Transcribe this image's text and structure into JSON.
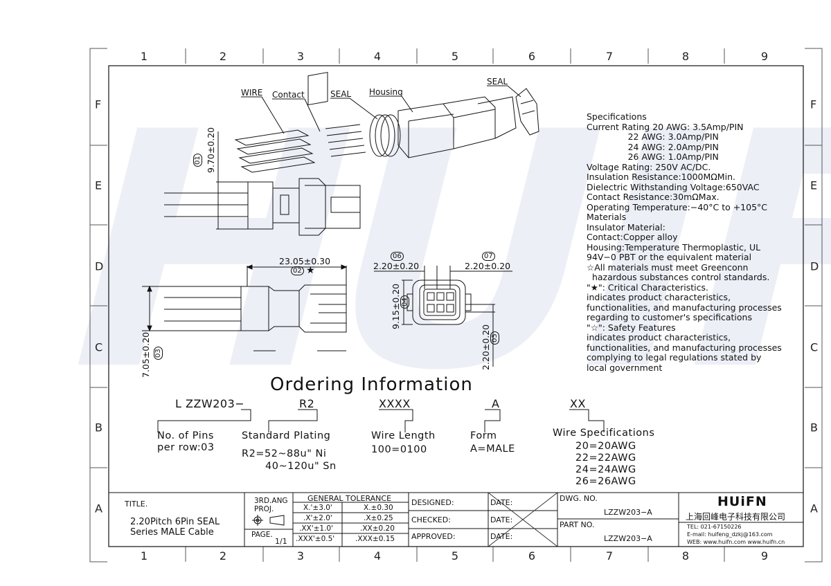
{
  "watermark": "HUIFN",
  "frame": {
    "zone_numbers": [
      "1",
      "2",
      "3",
      "4",
      "5",
      "6",
      "7",
      "8",
      "9"
    ],
    "zone_letters": [
      "F",
      "E",
      "D",
      "C",
      "B",
      "A"
    ]
  },
  "callouts": {
    "wire": "WIRE",
    "contact": "Contact",
    "seal_rear": "SEAL",
    "housing": "Housing",
    "seal_front": "SEAL"
  },
  "dimensions": {
    "d1": "9.70±0.20",
    "d1_tag": "01",
    "d2": "23.05±0.30",
    "d2_tag": "02",
    "d3": "7.05±0.20",
    "d3_tag": "03",
    "d4": "9.15±0.20",
    "d4_tag": "04",
    "d5": "2.20±0.20",
    "d5_tag": "05",
    "d6": "2.20±0.20",
    "d6_tag": "06",
    "d7": "2.20±0.20",
    "d7_tag": "07"
  },
  "specifications": [
    "Specifications",
    "Current Rating 20 AWG: 3.5Amp/PIN",
    "               22 AWG: 3.0Amp/PIN",
    "               24 AWG: 2.0Amp/PIN",
    "               26 AWG: 1.0Amp/PIN",
    "Voltage Rating: 250V AC/DC.",
    "Insulation Resistance:1000MΩMin.",
    "Dielectric Withstanding Voltage:650VAC",
    "Contact Resistance:30mΩMax.",
    "Operating Temperature:−40°C to +105°C",
    "Materials",
    "Insulator Material:",
    "Contact:Copper alloy",
    "Housing:Temperature Thermoplastic, UL",
    "94V−0 PBT or the equivalent material",
    "☆All materials must meet Greenconn",
    "  hazardous substances control standards.",
    "\"★\": Critical Characteristics.",
    "indicates product characteristics,",
    "functionalities, and manufacturing processes",
    "regarding to customer's specifications",
    "\"☆\": Safety Features",
    "indicates product characteristics,",
    "functionalities, and manufacturing processes",
    "complying to legal regulations stated by",
    "local government"
  ],
  "ordering": {
    "title": "Ordering Information",
    "prefix": "L ZZW203−",
    "code_plating": "R2",
    "code_length": "XXXX",
    "code_form": "A",
    "code_wire": "XX",
    "pins_label_1": "No. of Pins",
    "pins_label_2": "per row:03",
    "plating_label": "Standard Plating",
    "plating_opt_1": "R2=52~88u\" Ni",
    "plating_opt_2": "40~120u\" Sn",
    "length_label": "Wire Length",
    "length_opt": "100=0100",
    "form_label": "Form",
    "form_opt": "A=MALE",
    "wire_label": "Wire Specifications",
    "wire_opts": [
      "20=20AWG",
      "22=22AWG",
      "24=24AWG",
      "26=26AWG"
    ]
  },
  "title_block": {
    "title_label": "TITLE.",
    "title_line_1": "2.20Pitch 6Pin SEAL",
    "title_line_2": "Series MALE Cable",
    "proj_label_1": "3RD.ANG",
    "proj_label_2": "PROJ.",
    "page_label": "PAGE.",
    "page_value": "1/1",
    "tol_header": "GENERAL TOLERANCE",
    "tol": [
      [
        "X.'±3.0'",
        "X.±0.30"
      ],
      [
        ".X'±2.0'",
        ".X±0.25"
      ],
      [
        ".XX'±1.0'",
        ".XX±0.20"
      ],
      [
        ".XXX'±0.5'",
        ".XXX±0.15"
      ]
    ],
    "designed": "DESIGNED:",
    "checked": "CHECKED:",
    "approved": "APPROVED:",
    "date": "DATE:",
    "dwg_no_label": "DWG. NO.",
    "dwg_no": "LZZW203−A",
    "part_no_label": "PART NO.",
    "part_no": "LZZW203−A",
    "company_logo": "HUiFN",
    "company_name": "上海回峰电子科技有限公司",
    "tel": "TEL: 021-67150226",
    "email": "E-mail: huifeng_dzkj@163.com",
    "web": "WEB: www.huifn.com   www.huifn.cn"
  }
}
